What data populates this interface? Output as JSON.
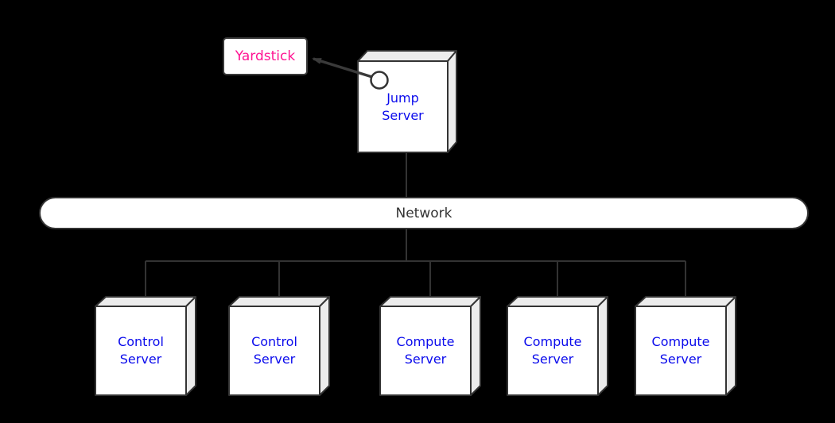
{
  "diagram": {
    "type": "deployment-topology",
    "background_color": "#000000",
    "line_color": "#333333",
    "node_face_color": "#ffffff",
    "node_side_color": "#ececec",
    "node_label_color": "#0b0bec"
  },
  "yardstick": {
    "label": "Yardstick",
    "label_color": "#ff1493"
  },
  "jump_server": {
    "label": "Jump\nServer"
  },
  "network": {
    "label": "Network",
    "label_color": "#333333"
  },
  "servers": [
    {
      "label": "Control\nServer"
    },
    {
      "label": "Control\nServer"
    },
    {
      "label": "Compute\nServer"
    },
    {
      "label": "Compute\nServer"
    },
    {
      "label": "Compute\nServer"
    }
  ]
}
